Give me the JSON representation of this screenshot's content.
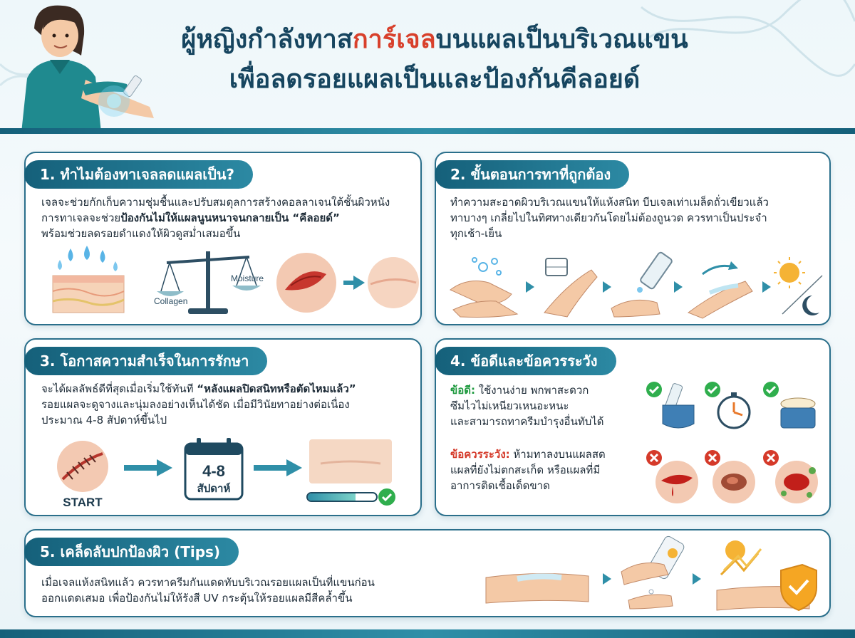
{
  "header": {
    "title_line1_a": "ผู้หญิงกำลังทาส",
    "title_line1_accent": "การ์เจล",
    "title_line1_b": "บนแผลเป็นบริเวณแขน",
    "title_line2": "เพื่อลดรอยแผลเป็นและป้องกันคีลอยด์"
  },
  "colors": {
    "primary": "#15607a",
    "accent_red": "#d8402b",
    "good_green": "#1f9a3f",
    "bad_red": "#d53a2a"
  },
  "section1": {
    "title": "1. ทำไมต้องทาเจลลดแผลเป็น?",
    "line1": "เจลจะช่วยกักเก็บความชุ่มชื้นและปรับสมดุลการสร้างคอลลาเจนใต้ชั้นผิวหนัง",
    "line2_a": "การทาเจลจะช่วย",
    "line2_b": "ป้องกันไม่ให้แผลนูนหนาจนกลายเป็น “คีลอยด์”",
    "line3": "พร้อมช่วยลดรอยดำแดงให้ผิวดูสม่ำเสมอขึ้น",
    "scale_left": "Collagen",
    "scale_right": "Moisture"
  },
  "section2": {
    "title": "2. ขั้นตอนการทาที่ถูกต้อง",
    "line1": "ทำความสะอาดผิวบริเวณแขนให้แห้งสนิท บีบเจลเท่าเมล็ดถั่วเขียวแล้ว",
    "line2": "ทาบางๆ เกลี่ยไปในทิศทางเดียวกันโดยไม่ต้องถูนวด ควรทาเป็นประจำ",
    "line3": "ทุกเช้า-เย็น"
  },
  "section3": {
    "title": "3. โอกาสความสำเร็จในการรักษา",
    "line1_a": "จะได้ผลลัพธ์ดีที่สุดเมื่อเริ่มใช้ทันที ",
    "line1_b": "“หลังแผลปิดสนิทหรือตัดไหมแล้ว”",
    "line2": "รอยแผลจะดูจางและนุ่มลงอย่างเห็นได้ชัด เมื่อมีวินัยทาอย่างต่อเนื่อง",
    "line3": "ประมาณ 4-8 สัปดาห์ขึ้นไป",
    "start_label": "START",
    "calendar_top": "4-8",
    "calendar_bottom": "สัปดาห์",
    "progress": 0.7
  },
  "section4": {
    "title": "4. ข้อดีและข้อควรระวัง",
    "good_label": "ข้อดี:",
    "good_line1": " ใช้งานง่าย พกพาสะดวก",
    "good_line2": "ซึมไวไม่เหนียวเหนอะหนะ",
    "good_line3": "และสามารถทาครีมบำรุงอื่นทับได้",
    "bad_label": "ข้อควรระวัง:",
    "bad_line1": " ห้ามทาลงบนแผลสด",
    "bad_line2": "แผลที่ยังไม่ตกสะเก็ด หรือแผลที่มี",
    "bad_line3": "อาการติดเชื้อเด็ดขาด"
  },
  "section5": {
    "title": "5. เคล็ดลับปกป้องผิว (Tips)",
    "line1": "เมื่อเจลแห้งสนิทแล้ว ควรทาครีมกันแดดทับบริเวณรอยแผลเป็นที่แขนก่อน",
    "line2": "ออกแดดเสมอ เพื่อป้องกันไม่ให้รังสี UV กระตุ้นให้รอยแผลมีสีคล้ำขึ้น"
  }
}
